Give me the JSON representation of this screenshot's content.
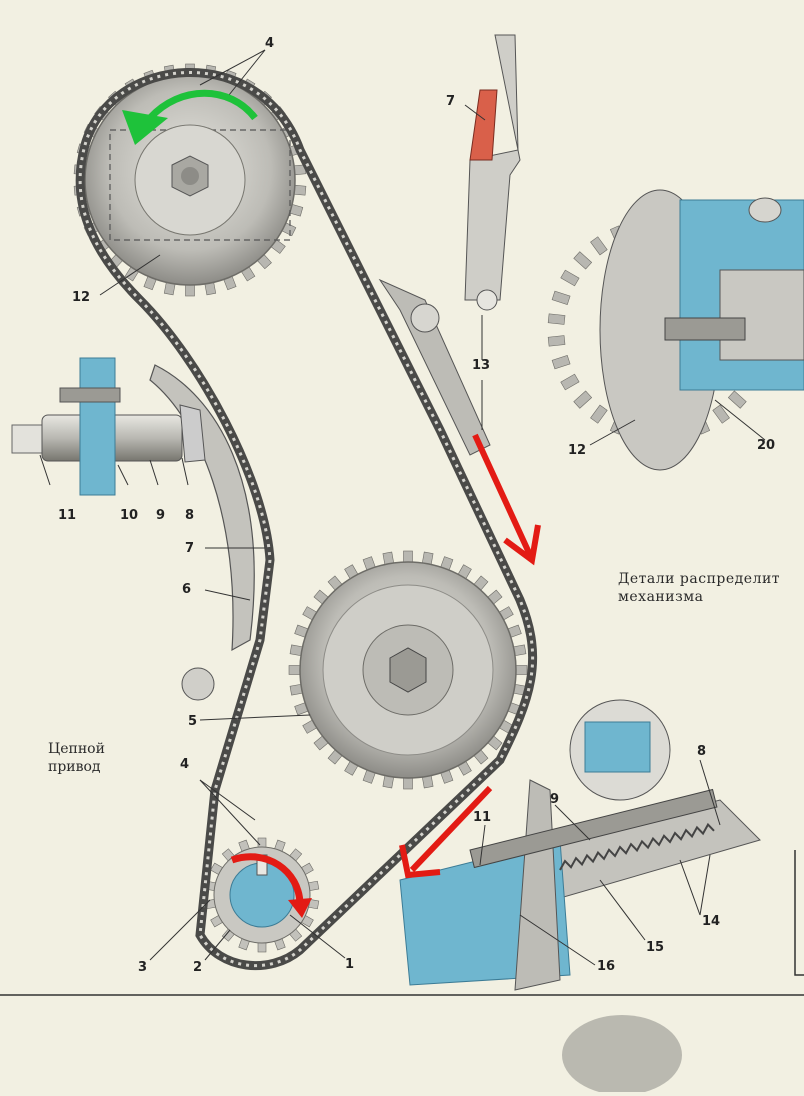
{
  "captions": {
    "chain_drive": [
      "Цепной",
      "привод"
    ],
    "valve_parts": [
      "Детали распределит",
      "механизма"
    ]
  },
  "labels": {
    "drive_4_top": "4",
    "drive_12": "12",
    "drive_13": "13",
    "detail_7": "7",
    "left_11": "11",
    "left_10": "10",
    "left_9": "9",
    "left_8": "8",
    "drive_7": "7",
    "drive_6": "6",
    "drive_5": "5",
    "drive_4_bottom": "4",
    "drive_3": "3",
    "drive_2": "2",
    "drive_1": "1",
    "cam_12": "12",
    "cam_20": "20",
    "tens_8": "8",
    "tens_9": "9",
    "tens_11": "11",
    "tens_14": "14",
    "tens_15": "15",
    "tens_16": "16"
  },
  "colors": {
    "paper": "#f2f0e2",
    "metal": "#c9c8c2",
    "metal_dark": "#7d7c78",
    "cutaway_blue": "#6fb6cf",
    "chain": "#4a4a48",
    "arrow_green": "#1ec23a",
    "arrow_red": "#e31b14"
  },
  "annotations": {
    "green_arrow": "counterclockwise-rotation-arrow",
    "red_arrows": [
      "rotation-arrow-crank",
      "chain-direction-arrow-right",
      "chain-direction-arrow-bottom"
    ]
  }
}
